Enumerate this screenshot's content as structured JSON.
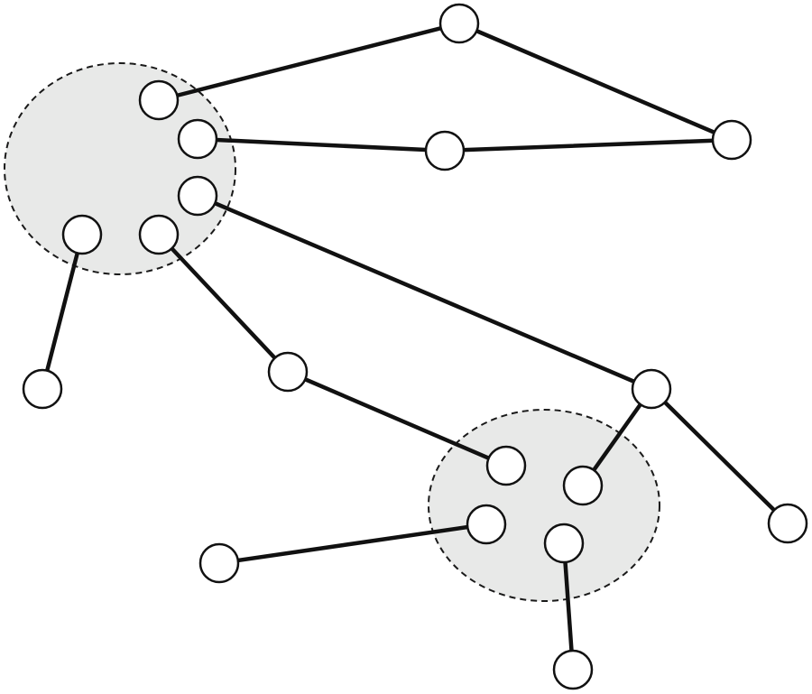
{
  "diagram": {
    "type": "graph",
    "description_visible_text": "",
    "colors": {
      "cluster_fill": "#e8e9e8",
      "stroke": "#111111",
      "node_fill": "#ffffff"
    },
    "clusters": [
      {
        "id": "group-a",
        "members": [
          "a1",
          "a2",
          "a3",
          "a4",
          "a5"
        ]
      },
      {
        "id": "group-b",
        "members": [
          "b1",
          "b2",
          "b3",
          "b4"
        ]
      }
    ],
    "nodes": [
      "a1",
      "a2",
      "a3",
      "a4",
      "a5",
      "b1",
      "b2",
      "b3",
      "b4",
      "top",
      "mid",
      "right",
      "left-low",
      "center",
      "hub",
      "far-right",
      "bottom-left",
      "bottom"
    ],
    "edges": [
      [
        "a1",
        "top"
      ],
      [
        "top",
        "right"
      ],
      [
        "a2",
        "mid"
      ],
      [
        "mid",
        "right"
      ],
      [
        "a3",
        "hub"
      ],
      [
        "a4",
        "left-low"
      ],
      [
        "a5",
        "center"
      ],
      [
        "center",
        "b1"
      ],
      [
        "hub",
        "b2"
      ],
      [
        "hub",
        "far-right"
      ],
      [
        "b3",
        "bottom-left"
      ],
      [
        "b4",
        "bottom"
      ]
    ]
  }
}
